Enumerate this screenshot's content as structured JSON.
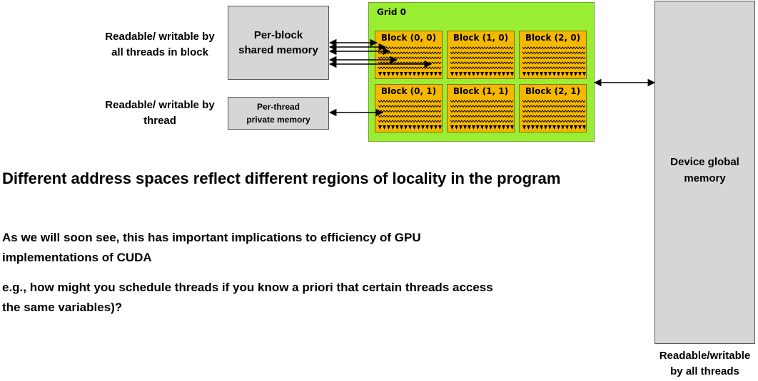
{
  "labels": {
    "shared_access": [
      "Readable/ writable by",
      "all threads in block"
    ],
    "private_access": [
      "Readable/ writable by",
      "thread"
    ],
    "global_access": [
      "Readable/writable",
      "by all threads"
    ]
  },
  "memories": {
    "shared": [
      "Per-block",
      "shared memory"
    ],
    "private": [
      "Per-thread",
      "private memory"
    ],
    "global": [
      "Device global",
      "memory"
    ]
  },
  "grid": {
    "title": "Grid 0",
    "blocks": [
      "Block (0, 0)",
      "Block (1, 0)",
      "Block (2, 0)",
      "Block (0, 1)",
      "Block (1, 1)",
      "Block (2, 1)"
    ]
  },
  "text": {
    "heading": "Different address spaces reflect different regions of locality in the program",
    "para1": [
      "As we will soon see, this has important implications to efficiency of GPU",
      "implementations of CUDA"
    ],
    "para2": [
      "e.g., how might you schedule threads if you know a priori that certain threads access",
      "the same variables)?"
    ]
  },
  "colors": {
    "grid_green": "#99ee33",
    "block_yellow": "#f5b800",
    "memory_gray": "#d6d6d6"
  }
}
